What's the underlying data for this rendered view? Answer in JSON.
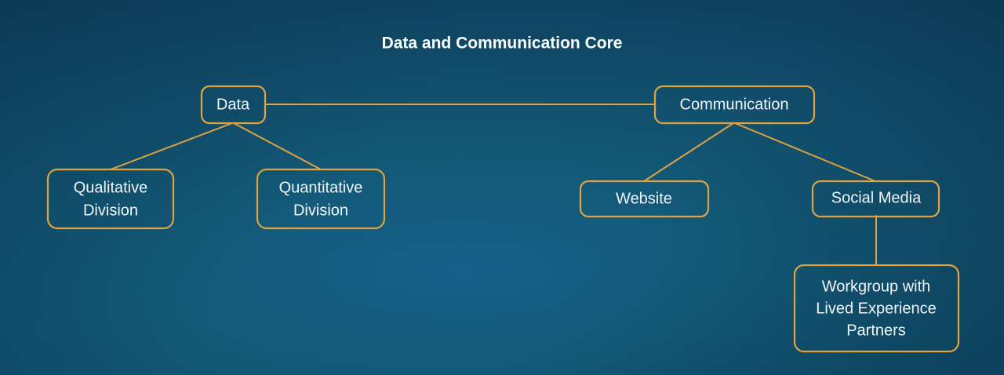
{
  "title": "Data and Communication Core",
  "colors": {
    "node_border": "#e0a33f",
    "edge": "#e0a33f",
    "label_text": "#f2f6f9",
    "title_text": "#ffffff",
    "background_dark": "#0d3d58",
    "background_light": "#15618a"
  },
  "nodes": {
    "data": {
      "label": "Data"
    },
    "communication": {
      "label": "Communication"
    },
    "qualitative": {
      "line1": "Qualitative",
      "line2": "Division"
    },
    "quantitative": {
      "line1": "Quantitative",
      "line2": "Division"
    },
    "website": {
      "label": "Website"
    },
    "social_media": {
      "label": "Social Media"
    },
    "workgroup": {
      "line1": "Workgroup with",
      "line2": "Lived Experience",
      "line3": "Partners"
    }
  },
  "edges": [
    {
      "from": "data",
      "to": "communication"
    },
    {
      "from": "data",
      "to": "qualitative"
    },
    {
      "from": "data",
      "to": "quantitative"
    },
    {
      "from": "communication",
      "to": "website"
    },
    {
      "from": "communication",
      "to": "social_media"
    },
    {
      "from": "social_media",
      "to": "workgroup"
    }
  ]
}
